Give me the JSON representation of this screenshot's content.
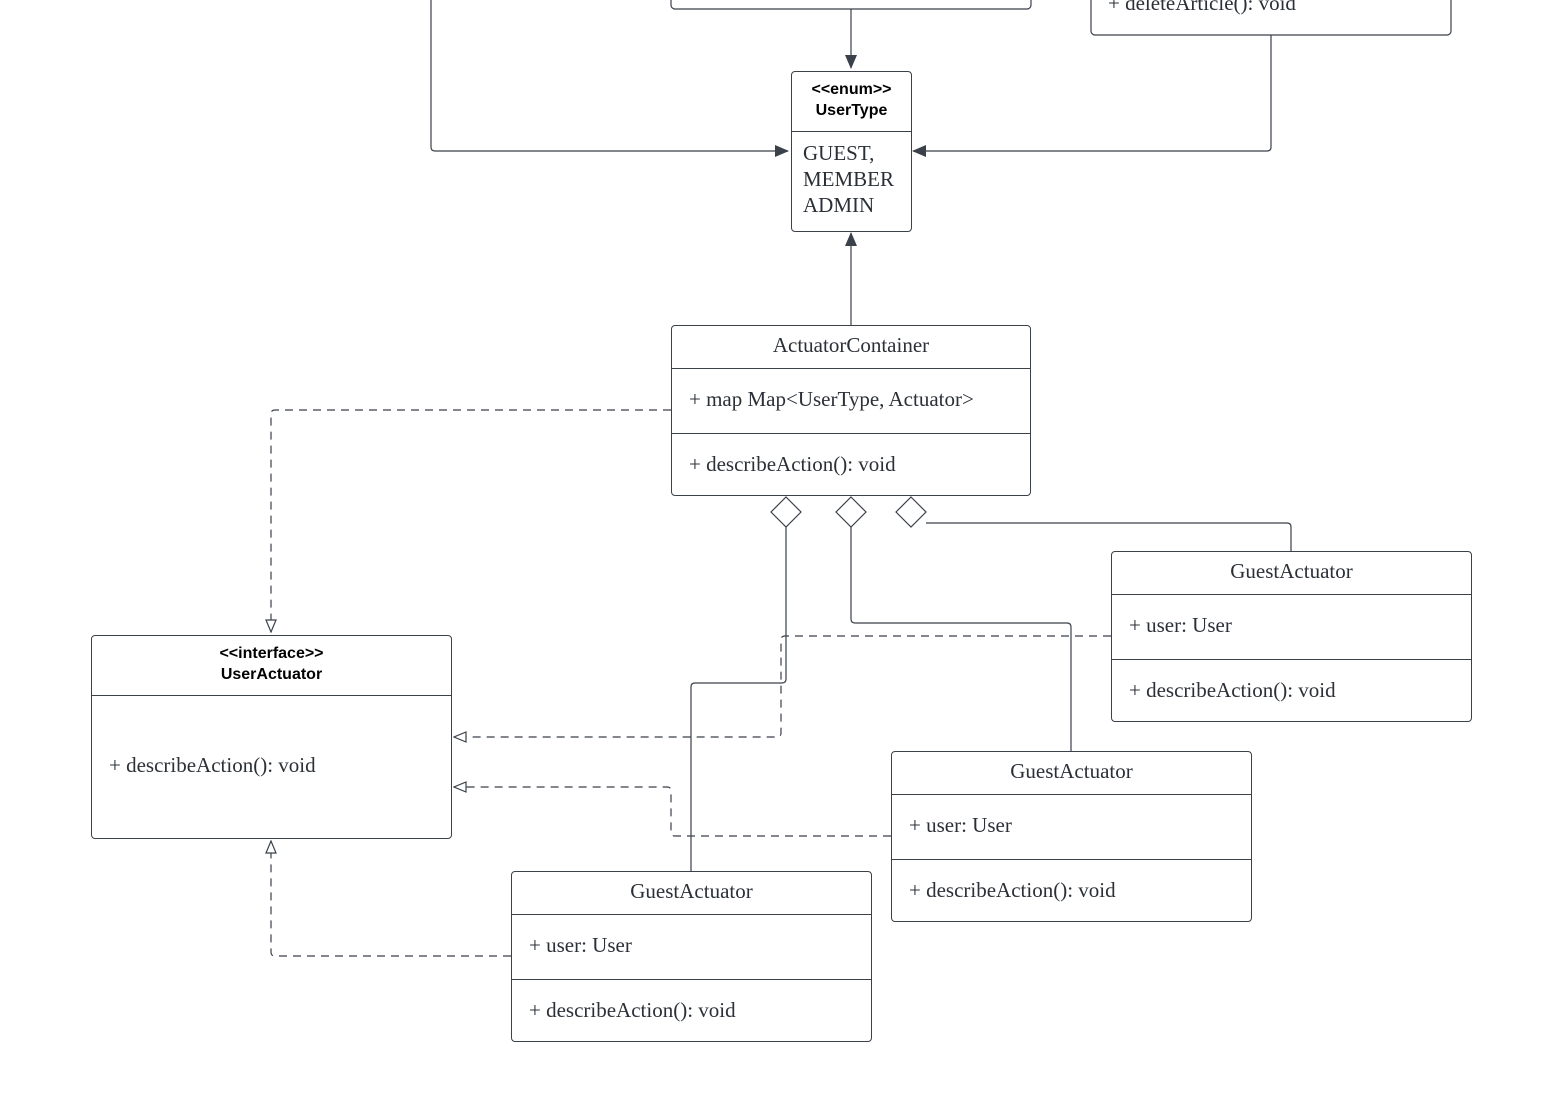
{
  "diagram": {
    "partial_top_right_method": "+ deleteArticle(): void",
    "user_type": {
      "stereotype": "<<enum>>",
      "name": "UserType",
      "values": [
        "GUEST,",
        "MEMBER",
        "ADMIN"
      ]
    },
    "actuator_container": {
      "name": "ActuatorContainer",
      "attribute": "+ map Map<UserType, Actuator>",
      "method": "+ describeAction(): void"
    },
    "user_actuator": {
      "stereotype": "<<interface>>",
      "name": "UserActuator",
      "method": "+ describeAction(): void"
    },
    "guest_actuators": [
      {
        "name": "GuestActuator",
        "attribute": "+ user: User",
        "method": "+ describeAction(): void"
      },
      {
        "name": "GuestActuator",
        "attribute": "+ user: User",
        "method": "+ describeAction(): void"
      },
      {
        "name": "GuestActuator",
        "attribute": "+ user: User",
        "method": "+ describeAction(): void"
      }
    ],
    "colors": {
      "line": "#3a414a",
      "text": "#2b3037",
      "background": "#ffffff"
    }
  }
}
